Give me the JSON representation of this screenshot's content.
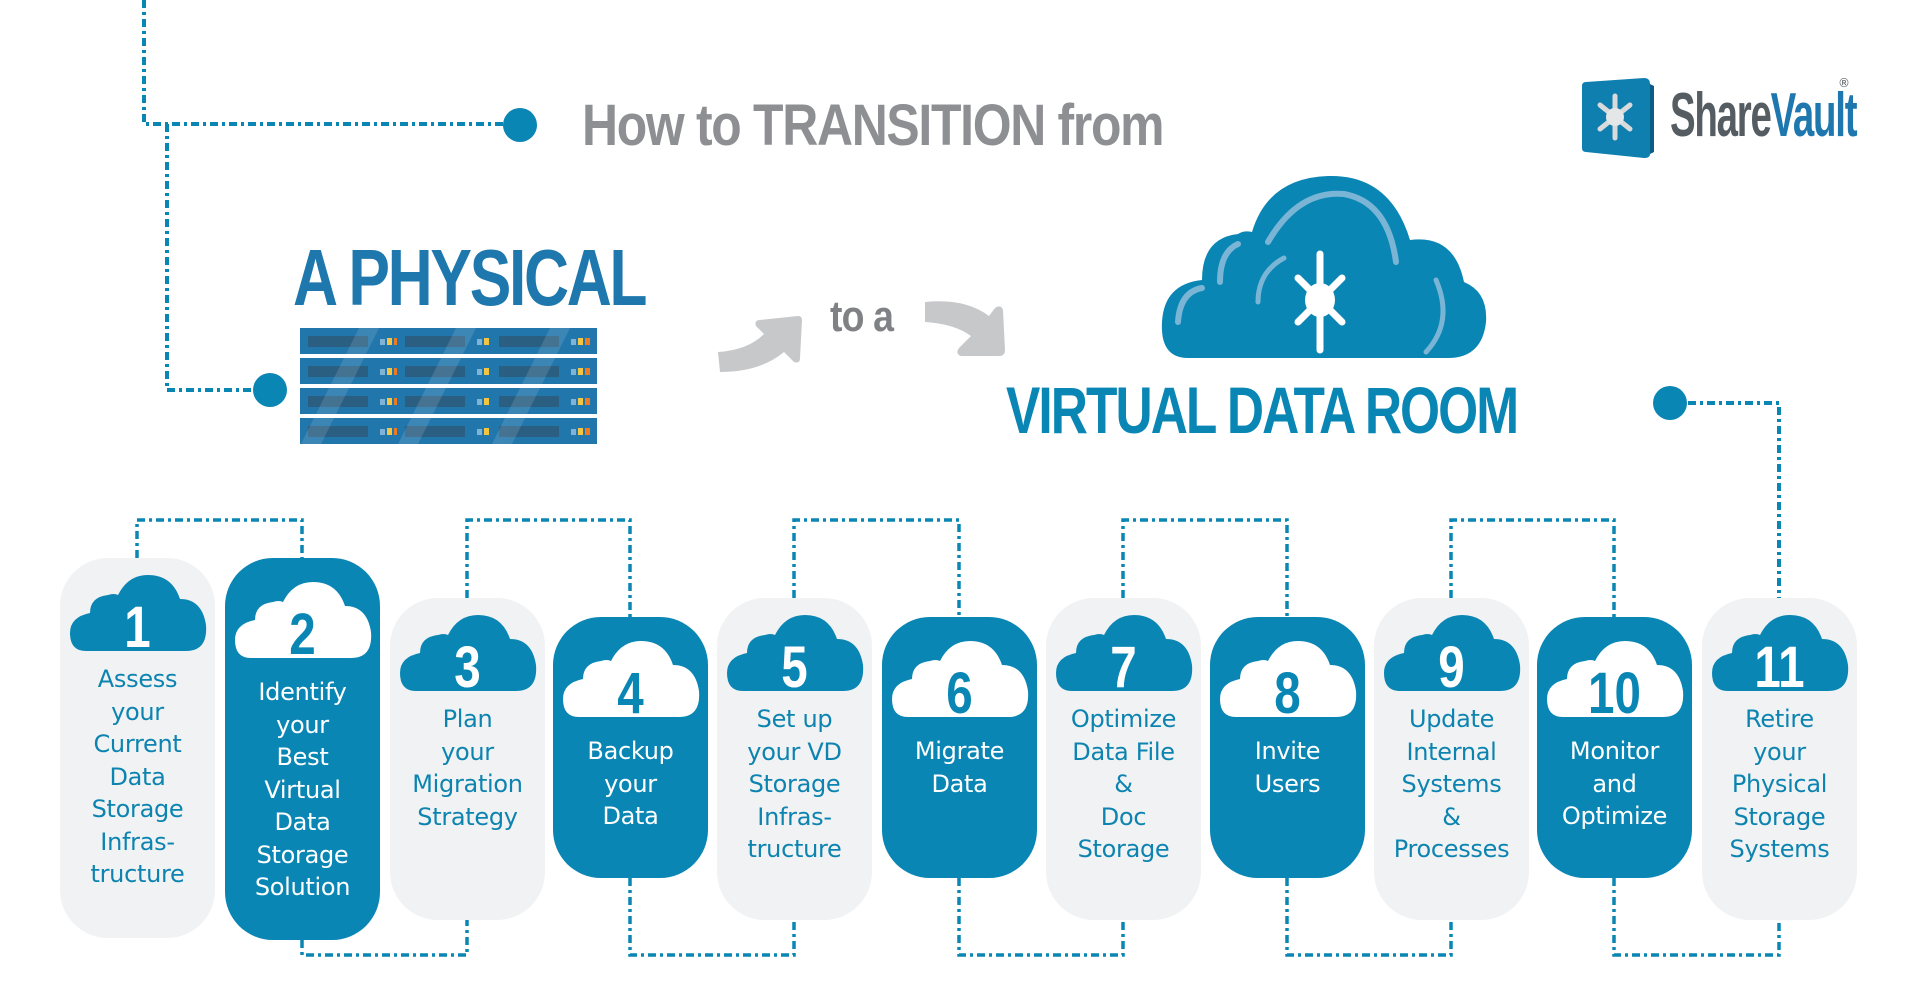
{
  "header": {
    "title": "How to TRANSITION from",
    "from_label": "A PHYSICAL",
    "connector_label": "to a",
    "to_label": "VIRTUAL DATA ROOM"
  },
  "logo": {
    "text_part1": "Share",
    "text_part2": "Vault",
    "registered": "®"
  },
  "colors": {
    "primary_blue": "#0a86b4",
    "heading_blue": "#1f78ad",
    "title_gray": "#8e8f93",
    "card_light": "#f1f2f4",
    "arrow_gray": "#c7c8ca",
    "server_blue": "#2176ac",
    "server_slot": "#2b5f82",
    "light_yellow": "#f4c542",
    "light_orange": "#f07a21"
  },
  "steps": [
    {
      "number": "1",
      "label": "Assess\nyour\nCurrent\nData\nStorage\nInfras-\ntructure",
      "style": "light"
    },
    {
      "number": "2",
      "label": "Identify\nyour\nBest\nVirtual\nData\nStorage\nSolution",
      "style": "dark"
    },
    {
      "number": "3",
      "label": "Plan\nyour\nMigration\nStrategy",
      "style": "light"
    },
    {
      "number": "4",
      "label": "Backup\nyour\nData",
      "style": "dark"
    },
    {
      "number": "5",
      "label": "Set up\nyour VD\nStorage\nInfras-\ntructure",
      "style": "light"
    },
    {
      "number": "6",
      "label": "Migrate\nData",
      "style": "dark"
    },
    {
      "number": "7",
      "label": "Optimize\nData File\n&\nDoc\nStorage",
      "style": "light"
    },
    {
      "number": "8",
      "label": "Invite\nUsers",
      "style": "dark"
    },
    {
      "number": "9",
      "label": "Update\nInternal\nSystems\n&\nProcesses",
      "style": "light"
    },
    {
      "number": "10",
      "label": "Monitor\nand\nOptimize",
      "style": "dark"
    },
    {
      "number": "11",
      "label": "Retire\nyour\nPhysical\nStorage\nSystems",
      "style": "light"
    }
  ]
}
